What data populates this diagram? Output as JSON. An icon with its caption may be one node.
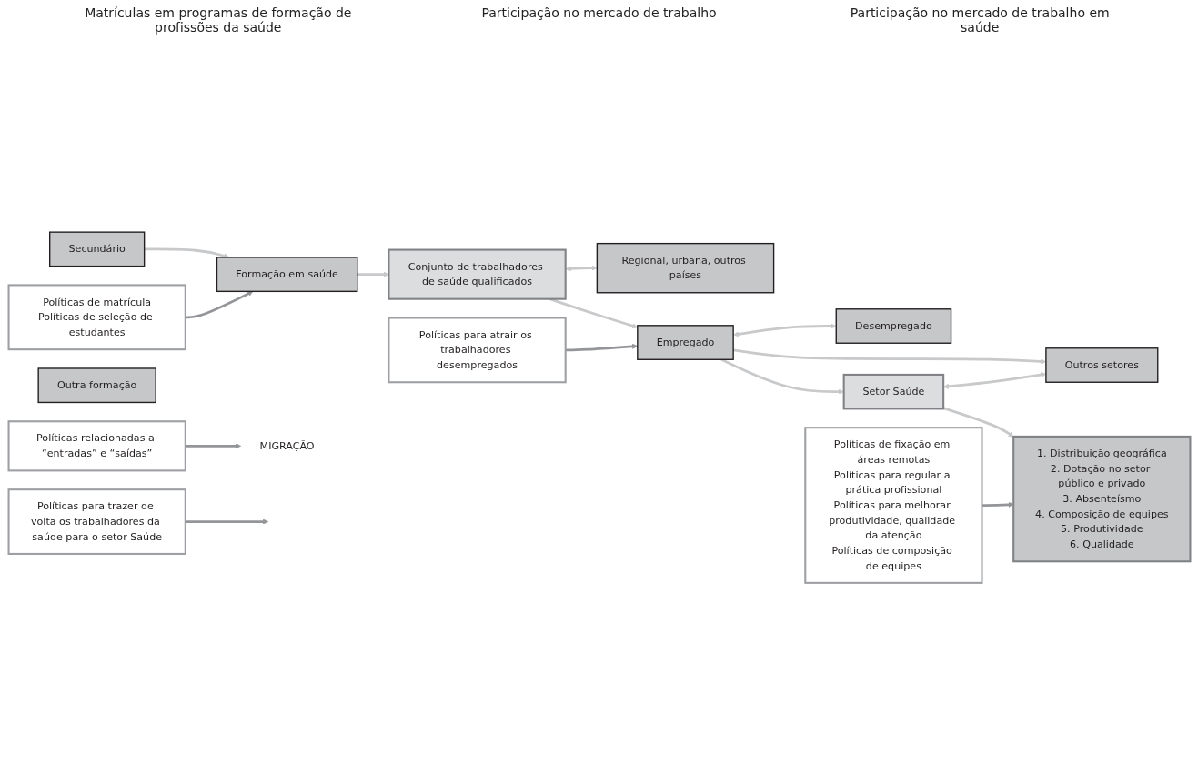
{
  "diagram": {
    "nodes": [
      {
        "text": [
          "Secundário"
        ]
      },
      {
        "text": [
          "Políticas de matrícula",
          "Políticas de seleção de estudantes"
        ]
      },
      {
        "text": [
          "Formação em saúde"
        ]
      },
      {
        "text": [
          "Outra formação"
        ]
      },
      {
        "text": [
          "Conjunto de trabalhadores de saúde qualificados"
        ]
      },
      {
        "text": [
          "MIGRAÇÃO"
        ]
      },
      {
        "text": [
          "Políticas relacionadas a “entradas” e “saídas”"
        ]
      },
      {
        "text": [
          "Regional, urbana, outros países"
        ]
      },
      {
        "text": [
          "Políticas para trazer de volta os trabalhadores da saúde para o setor Saúde"
        ]
      },
      {
        "text": [
          "Empregado"
        ]
      },
      {
        "text": [
          "Desempregado"
        ]
      },
      {
        "text": [
          "Políticas para atrair os trabalhadores desempregados"
        ]
      },
      {
        "text": [
          "Setor Saúde"
        ]
      },
      {
        "text": [
          "Outros setores"
        ]
      },
      {
        "text": [
          "1. Distribuição geográfica",
          "2. Dotação no setor público e privado",
          "3. Absenteísmo",
          "4. Composição de equipes",
          "5. Produtividade",
          "6. Qualidade"
        ]
      },
      {
        "text": [
          "Políticas de fixação em áreas remotas",
          "Políticas para regular a prática profissional",
          "Políticas para melhorar produtividade, qualidade da atenção",
          "Políticas de composição de equipes"
        ]
      }
    ],
    "edges": [
      {
        "from": 0,
        "to": 2,
        "arrow": "to"
      },
      {
        "from": 1,
        "to": 2,
        "arrow": "to",
        "color": "#939598"
      },
      {
        "from": 2,
        "to": 4,
        "arrow": "to"
      },
      {
        "from": 4,
        "to": 7,
        "arrow": "both"
      },
      {
        "from": 6,
        "to": 5,
        "arrow": "to",
        "color": "#939598"
      },
      {
        "from": 4,
        "to": 9,
        "arrow": "to"
      },
      {
        "from": 9,
        "to": 10,
        "arrow": "both"
      },
      {
        "from": 11,
        "to": 9,
        "arrow": "to",
        "color": "#939598"
      },
      {
        "from": 8,
        "to": null,
        "arrow": "to",
        "color": "#939598"
      },
      {
        "from": 9,
        "to": 12,
        "arrow": "to"
      },
      {
        "from": 9,
        "to": 13,
        "arrow": "to"
      },
      {
        "from": 12,
        "to": 13,
        "arrow": "both"
      },
      {
        "from": 12,
        "to": 14,
        "arrow": "to"
      },
      {
        "from": 15,
        "to": 14,
        "arrow": "to",
        "color": "#939598"
      }
    ],
    "labels": [
      "Matrículas em programas de formação de profissões da saúde",
      "Participação no mercado de trabalho",
      "Participação no mercado de trabalho em saúde"
    ]
  }
}
